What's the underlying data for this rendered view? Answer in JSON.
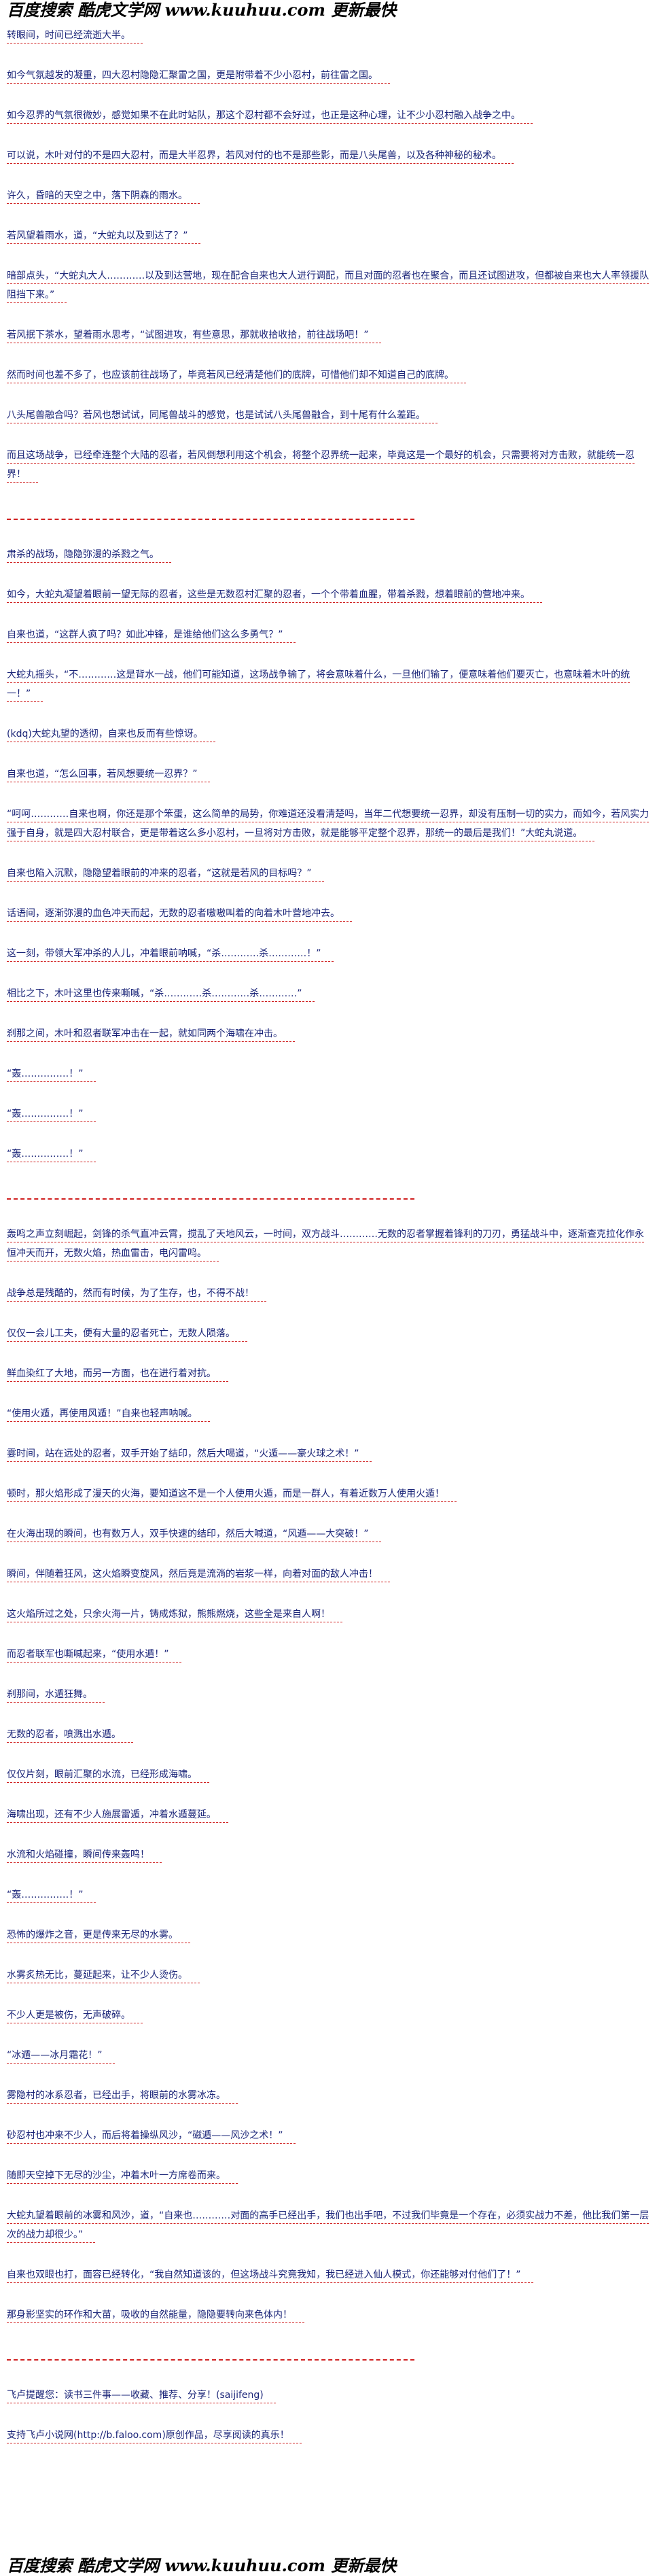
{
  "header": {
    "banner": "百度搜索 酷虎文学网 www.kuuhuu.com 更新最快"
  },
  "colors": {
    "text": "#1a2478",
    "underline": "#d02020",
    "banner": "#000000"
  },
  "chapter": {
    "section_1": [
      "转眼间，时间已经流逝大半。",
      "如今气氛越发的凝重，四大忍村隐隐汇聚雷之国，更是附带着不少小忍村，前往雷之国。",
      "如今忍界的气氛很微妙，感觉如果不在此时站队，那这个忍村都不会好过，也正是这种心理，让不少小忍村融入战争之中。",
      "可以说，木叶对付的不是四大忍村，而是大半忍界，若风对付的也不是那些影，而是八头尾兽，以及各种神秘的秘术。",
      "许久，昏暗的天空之中，落下阴森的雨水。",
      "若风望着雨水，道，“大蛇丸以及到达了？”",
      "暗部点头，“大蛇丸大人…………以及到达营地，现在配合自来也大人进行调配，而且对面的忍者也在聚合，而且还试图进攻，但都被自来也大人率领援队阻挡下来。”",
      "若风抿下茶水，望着雨水思考，“试图进攻，有些意思，那就收拾收拾，前往战场吧！”",
      "然而时间也差不多了，也应该前往战场了，毕竟若风已经清楚他们的底牌，可惜他们却不知道自己的底牌。",
      "八头尾兽融合吗？若风也想试试，同尾兽战斗的感觉，也是试试八头尾兽融合，到十尾有什么差距。",
      "而且这场战争，已经牵连整个大陆的忍者，若风倒想利用这个机会，将整个忍界统一起来，毕竟这是一个最好的机会，只需要将对方击败，就能统一忍界！"
    ],
    "section_2": [
      "肃杀的战场，隐隐弥漫的杀戮之气。",
      "如今，大蛇丸凝望着眼前一望无际的忍者，这些是无数忍村汇聚的忍者，一个个带着血腥，带着杀戮，想着眼前的营地冲来。",
      "自来也道，“这群人疯了吗？如此冲锋，是谁给他们这么多勇气？”",
      "大蛇丸摇头，“不…………这是背水一战，他们可能知道，这场战争输了，将会意味着什么，一旦他们输了，便意味着他们要灭亡，也意味着木叶的统一！”",
      "(kdq)大蛇丸望的透彻，自来也反而有些惊讶。",
      "自来也道，“怎么回事，若风想要统一忍界？”",
      "“呵呵…………自来也啊，你还是那个笨蛋，这么简单的局势，你难道还没看清楚吗，当年二代想要统一忍界，却没有压制一切的实力，而如今，若风实力强于自身，就是四大忍村联合，更是带着这么多小忍村，一旦将对方击败，就是能够平定整个忍界，那统一的最后是我们！”大蛇丸说道。",
      "自来也陷入沉默，隐隐望着眼前的冲来的忍者，“这就是若风的目标吗？”",
      "话语间，逐渐弥漫的血色冲天而起，无数的忍者嗷嗷叫着的向着木叶营地冲去。",
      "这一刻，带领大军冲杀的人儿，冲着眼前呐喊，“杀…………杀…………！”",
      "相比之下，木叶这里也传来嘶喊，“杀…………杀…………杀…………”",
      "刹那之间，木叶和忍者联军冲击在一起，就如同两个海啸在冲击。",
      "“轰……………！”",
      "“轰……………！”",
      "“轰……………！”"
    ],
    "section_3": [
      "轰鸣之声立刻崛起，剑锋的杀气直冲云霄，搅乱了天地风云，一时间，双方战斗…………无数的忍者掌握着锋利的刀刃，勇猛战斗中，逐渐查克拉化作永恒冲天而开，无数火焰，热血雷击，电闪雷鸣。",
      "战争总是残酷的，然而有时候，为了生存，也，不得不战！",
      "仅仅一会儿工夫，便有大量的忍者死亡，无数人陨落。",
      "鲜血染红了大地，而另一方面，也在进行着对抗。",
      "“使用火遁，再使用风遁！”自来也轻声呐喊。",
      "霎时间，站在远处的忍者，双手开始了结印，然后大喝道，“火遁——豪火球之术！”",
      "顿时，那火焰形成了漫天的火海，要知道这不是一个人使用火遁，而是一群人，有着近数万人使用火遁！",
      "在火海出现的瞬间，也有数万人，双手快速的结印，然后大喊道，“风遁——大突破！”",
      "瞬间，伴随着狂风，这火焰瞬变旋风，然后竟是流淌的岩浆一样，向着对面的敌人冲击！",
      "这火焰所过之处，只余火海一片，铸成炼狱，熊熊燃烧，这些全是来自人啊！",
      "而忍者联军也嘶喊起来，“使用水遁！”",
      "刹那间，水遁狂舞。",
      "无数的忍者，喷溅出水遁。",
      "仅仅片刻，眼前汇聚的水流，已经形成海啸。",
      "海啸出现，还有不少人施展雷遁，冲着水遁蔓延。",
      "水流和火焰碰撞，瞬间传来轰鸣！",
      "“轰……………！”",
      "恐怖的爆炸之音，更是传来无尽的水雾。",
      "水雾炙热无比，蔓延起来，让不少人烫伤。",
      "不少人更是被伤，无声破碎。",
      "“冰遁——冰月霜花！”",
      "雾隐村的冰系忍者，已经出手，将眼前的水雾冰冻。",
      "砂忍村也冲来不少人，而后将着操纵风沙，“磁遁——风沙之术！”",
      "随即天空掉下无尽的沙尘，冲着木叶一方席卷而来。",
      "大蛇丸望着眼前的冰雾和风沙，道，“自来也…………对面的高手已经出手，我们也出手吧，不过我们毕竟是一个存在，必须实战力不差，他比我们第一层次的战力却很少。”",
      "自来也双眼也打，面容已经转化，“我自然知道该的，但这场战斗究竟我知，我已经进入仙人模式，你还能够对付他们了！”",
      "那身影坚实的环作和大苗，吸收的自然能量，隐隐要转向来色体内！"
    ],
    "afterword": [
      "飞卢提醒您：读书三件事——收藏、推荐、分享！(saijifeng)",
      "支持飞卢小说网(http://b.faloo.com)原创作品，尽享阅读的真乐！"
    ]
  },
  "footer": {
    "banner": "百度搜索 酷虎文学网 www.kuuhuu.com 更新最快"
  }
}
